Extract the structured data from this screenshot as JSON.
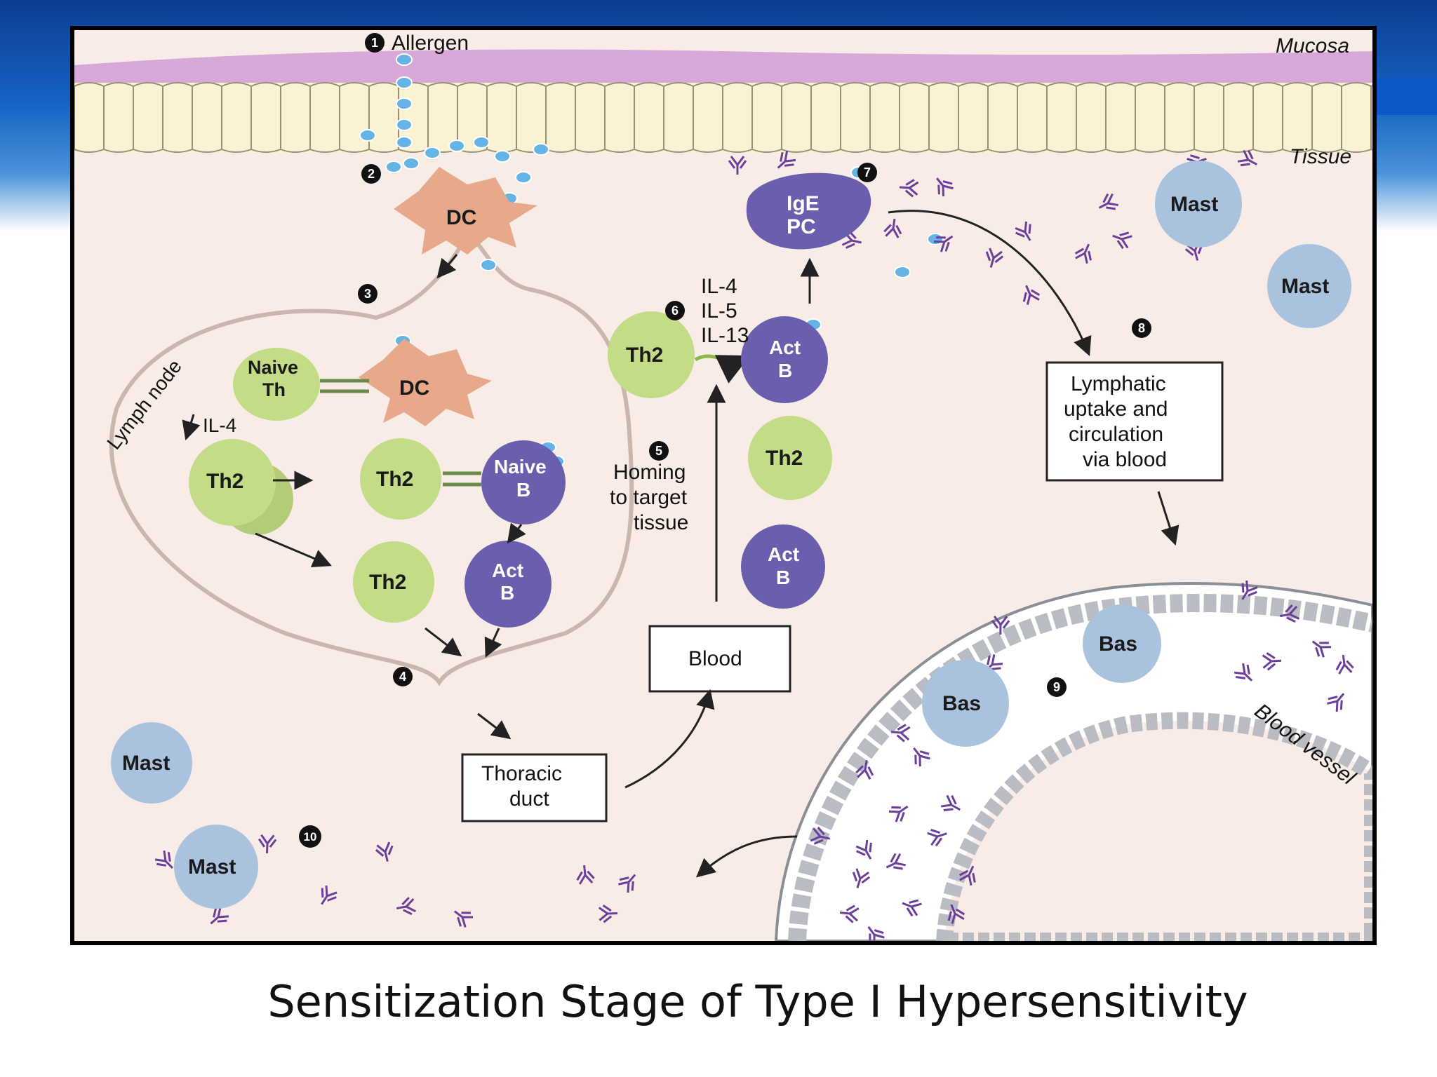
{
  "caption": "Sensitization Stage of Type I Hypersensitivity",
  "regions": {
    "mucosa": "Mucosa",
    "tissue": "Tissue",
    "lymph_node": "Lymph node",
    "blood_vessel": "Blood vessel"
  },
  "steps": {
    "s1": "1",
    "s2": "2",
    "s3": "3",
    "s4": "4",
    "s5": "5",
    "s6": "6",
    "s7": "7",
    "s8": "8",
    "s9": "9",
    "s10": "10"
  },
  "labels": {
    "allergen": "Allergen",
    "il4_small": "IL-4",
    "cytokine_il4": "IL-4",
    "cytokine_il5": "IL-5",
    "cytokine_il13": "IL-13",
    "homing_1": "Homing",
    "homing_2": "to target",
    "homing_3": "tissue"
  },
  "boxes": {
    "blood": "Blood",
    "thoracic_1": "Thoracic",
    "thoracic_2": "duct",
    "lymphatic_1": "Lymphatic",
    "lymphatic_2": "uptake and",
    "lymphatic_3": "circulation",
    "lymphatic_4": "via blood"
  },
  "cells": {
    "dc": "DC",
    "dc_ln": "DC",
    "naive_th_1": "Naive",
    "naive_th_2": "Th",
    "th2": "Th2",
    "naive_b_1": "Naive",
    "naive_b_2": "B",
    "act_b_1": "Act",
    "act_b_2": "B",
    "ige_pc_1": "IgE",
    "ige_pc_2": "PC",
    "mast": "Mast",
    "bas": "Bas"
  },
  "colors": {
    "tissue_bg": "#f9ece6",
    "mucosa": "#d8a8d8",
    "epithelium": "#fbf2d4",
    "dc_cell": "#e8a98a",
    "th2_cell": "#c3dc86",
    "b_cell": "#6a5fae",
    "mast_cell": "#a9c3de",
    "antibody": "#6c3f9a",
    "allergen": "#66b3e6"
  }
}
